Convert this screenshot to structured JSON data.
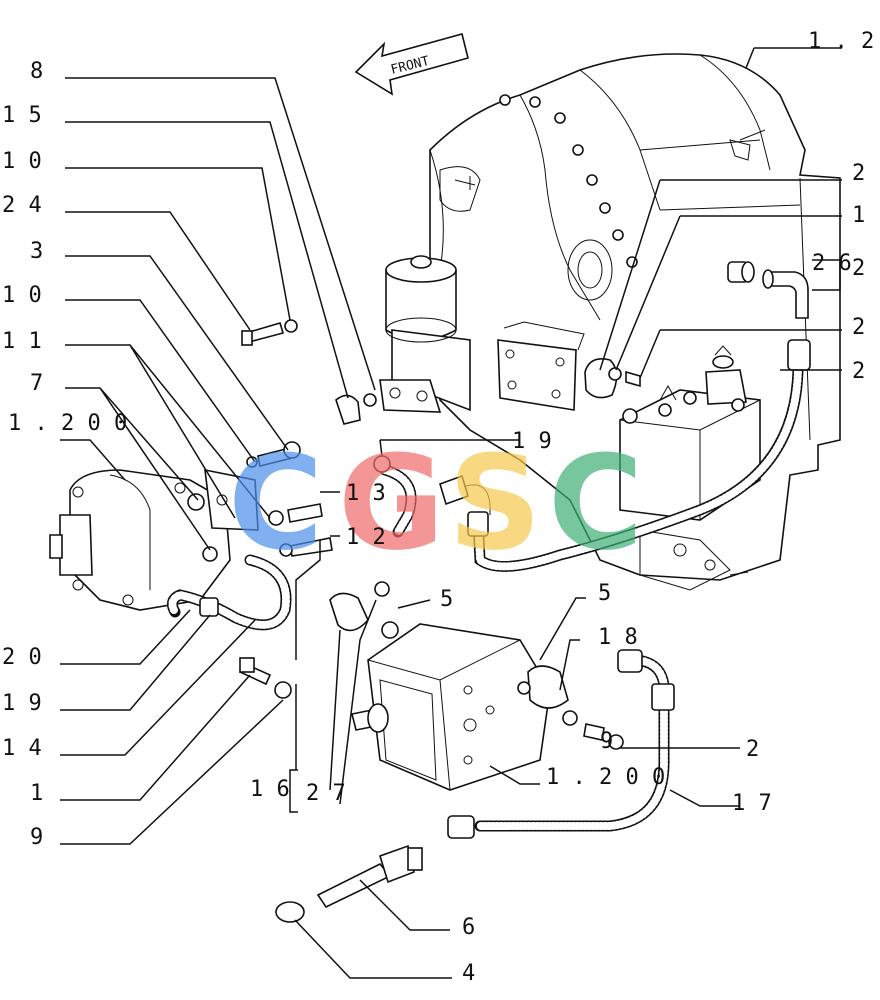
{
  "front_arrow": {
    "label": "FRONT"
  },
  "callouts": [
    {
      "id": "c-8",
      "text": "8"
    },
    {
      "id": "c-15",
      "text": "1 5"
    },
    {
      "id": "c-10a",
      "text": "1 0"
    },
    {
      "id": "c-24",
      "text": "2 4"
    },
    {
      "id": "c-3",
      "text": "3"
    },
    {
      "id": "c-10b",
      "text": "1 0"
    },
    {
      "id": "c-11",
      "text": "1 1"
    },
    {
      "id": "c-7",
      "text": "7"
    },
    {
      "id": "c-1200a",
      "text": "1 . 2 0 0"
    },
    {
      "id": "c-20",
      "text": "2 0"
    },
    {
      "id": "c-19a",
      "text": "1 9"
    },
    {
      "id": "c-14",
      "text": "1 4"
    },
    {
      "id": "c-1a",
      "text": "1"
    },
    {
      "id": "c-9a",
      "text": "9"
    },
    {
      "id": "c-16",
      "text": "1 6"
    },
    {
      "id": "c-27",
      "text": "2 7"
    },
    {
      "id": "c-12top",
      "text": "1 . 2"
    },
    {
      "id": "c-2a",
      "text": "2"
    },
    {
      "id": "c-1b",
      "text": "1"
    },
    {
      "id": "c-26",
      "text": "2 6"
    },
    {
      "id": "c-2b",
      "text": "2"
    },
    {
      "id": "c-2c",
      "text": "2"
    },
    {
      "id": "c-2d",
      "text": "2"
    },
    {
      "id": "c-19b",
      "text": "1 9"
    },
    {
      "id": "c-13",
      "text": "1 3"
    },
    {
      "id": "c-12",
      "text": "1 2"
    },
    {
      "id": "c-5a",
      "text": "5"
    },
    {
      "id": "c-5b",
      "text": "5"
    },
    {
      "id": "c-18",
      "text": "1 8"
    },
    {
      "id": "c-9b",
      "text": "9"
    },
    {
      "id": "c-2e",
      "text": "2"
    },
    {
      "id": "c-1200b",
      "text": "1 . 2 0 0"
    },
    {
      "id": "c-17",
      "text": "1 7"
    },
    {
      "id": "c-6",
      "text": "6"
    },
    {
      "id": "c-4",
      "text": "4"
    }
  ],
  "watermark": {
    "letters": [
      "C",
      "G",
      "S",
      "C"
    ],
    "colors": [
      "#4a8fe8",
      "#f06a6a",
      "#f5c84a",
      "#3fae74"
    ],
    "opacity": 0.7
  }
}
